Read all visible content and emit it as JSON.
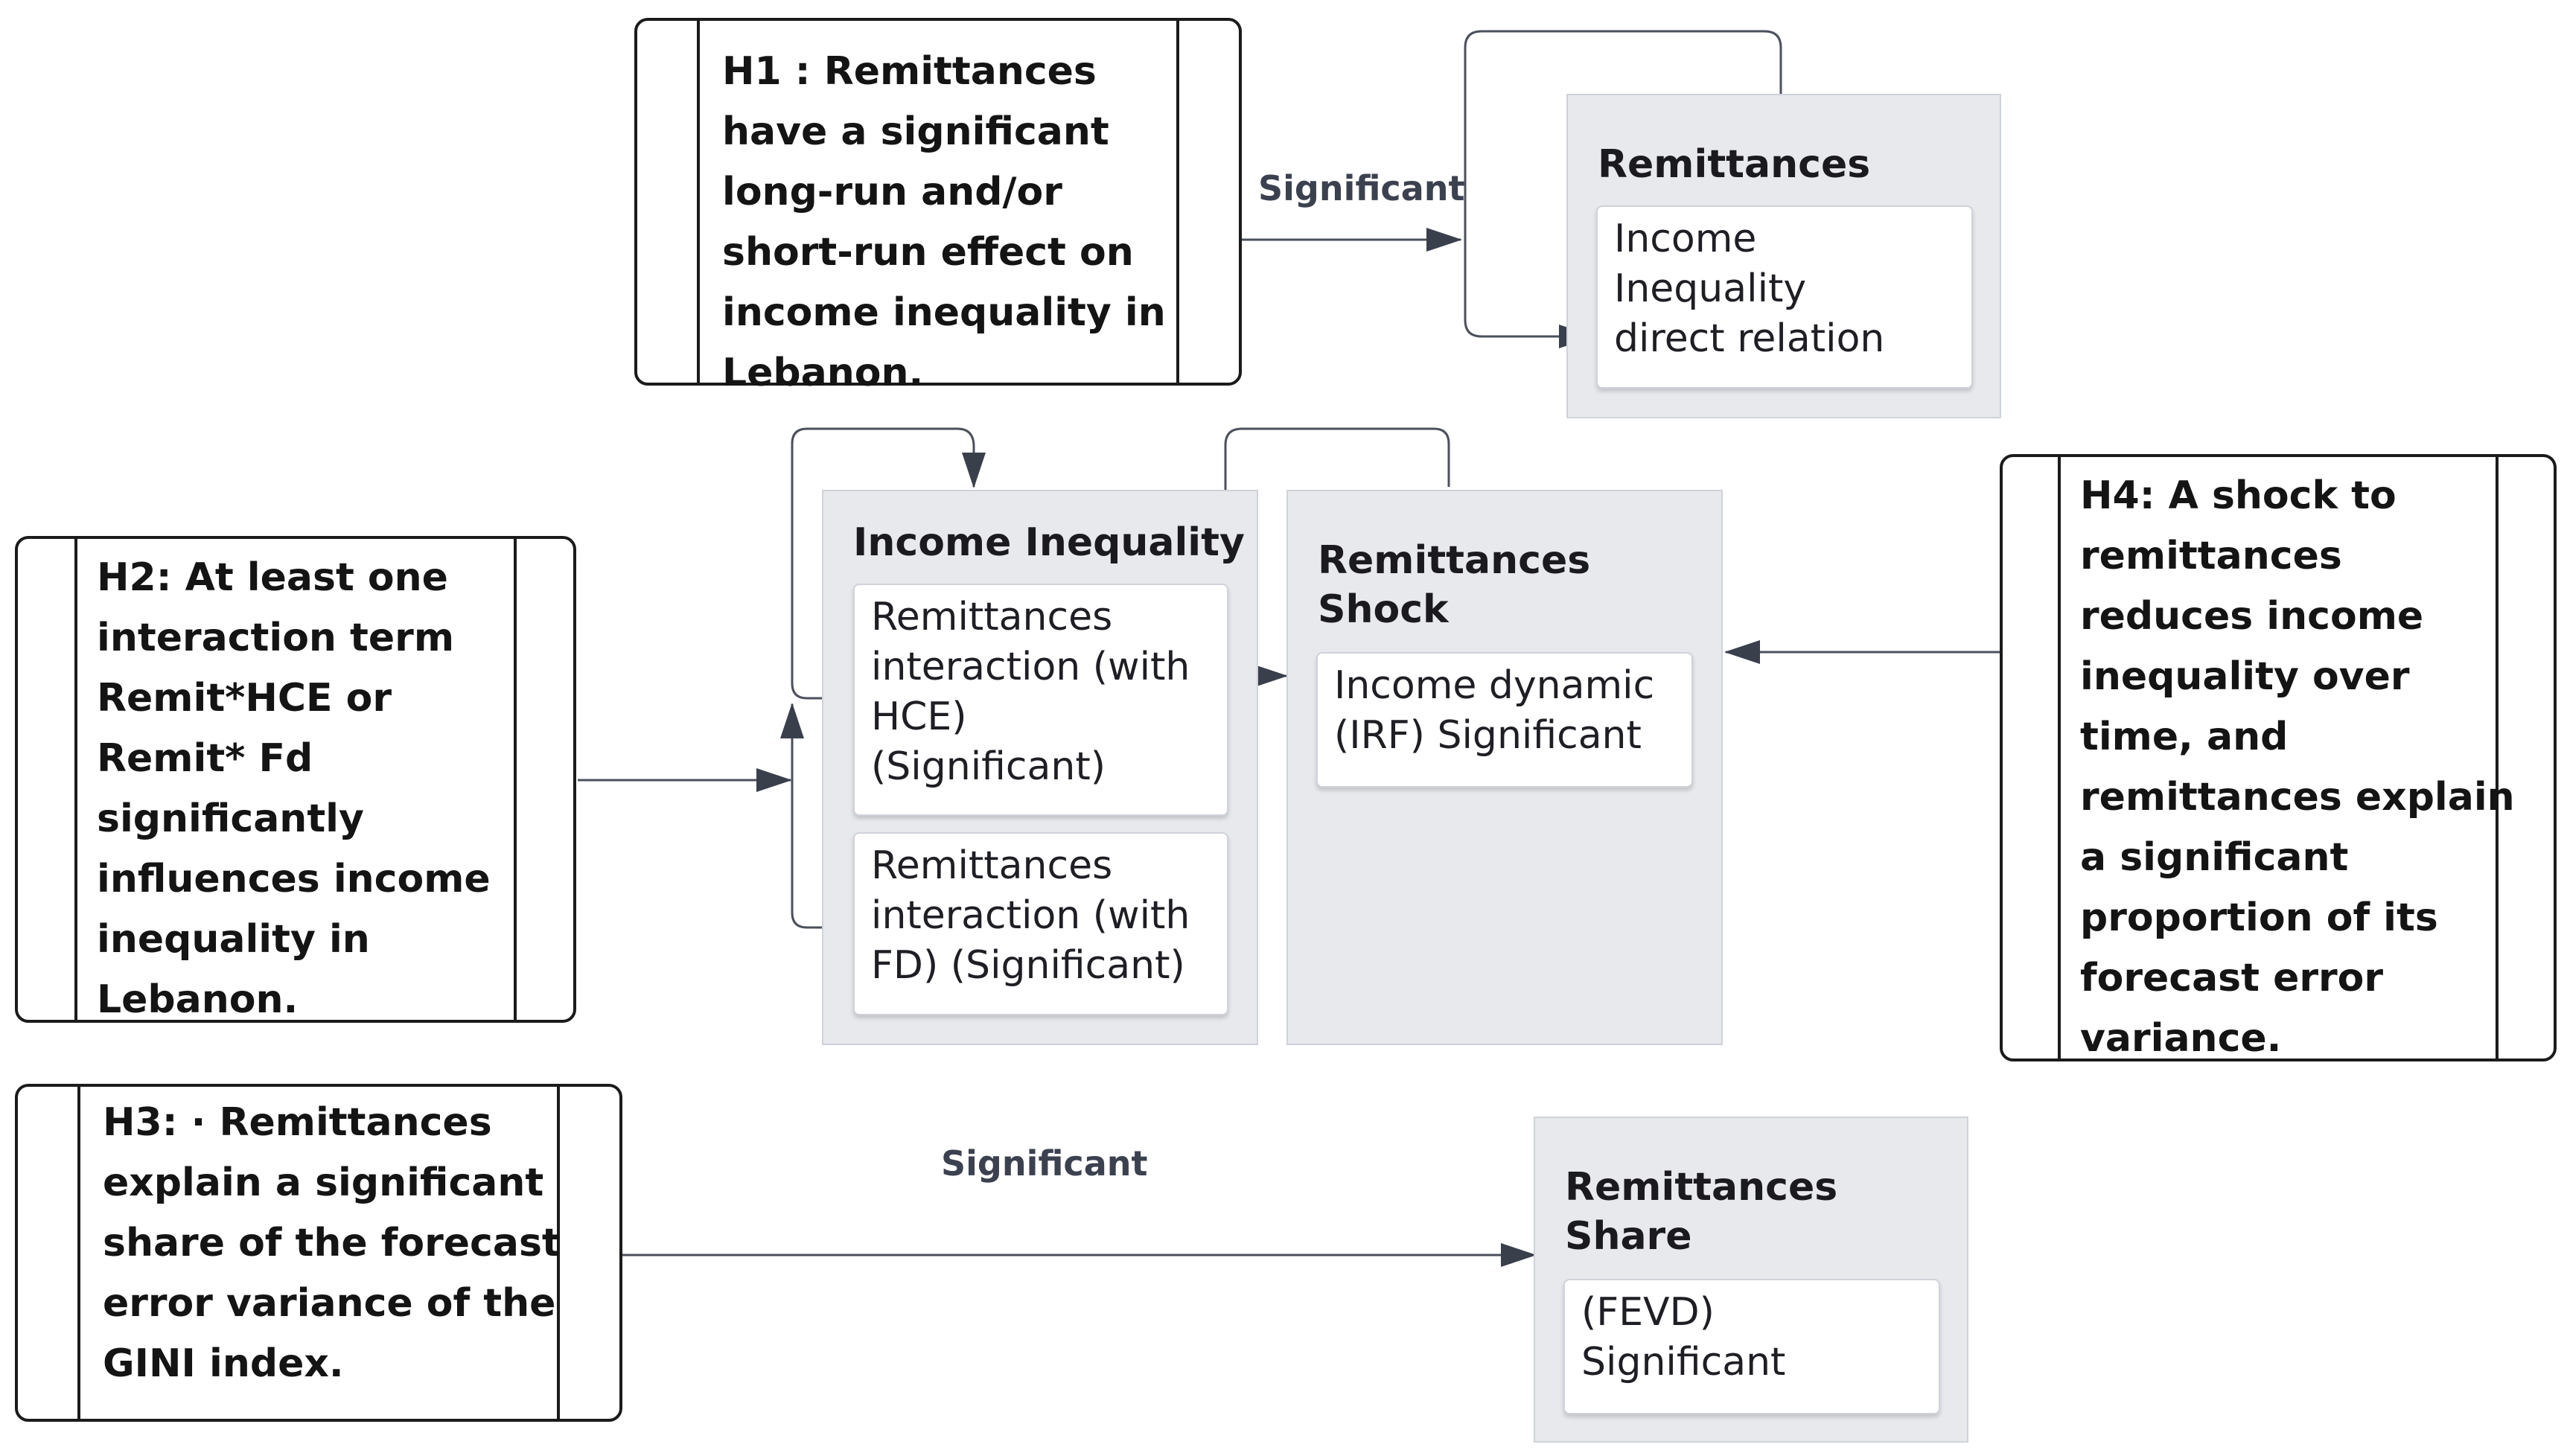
{
  "hypotheses": {
    "h1": "H1 : Remittances\nhave a significant\nlong-run and/or\nshort-run effect on\nincome inequality in\nLebanon.",
    "h2": "H2: At least one\ninteraction term\nRemit*HCE or\nRemit* Fd\nsignificantly\ninfluences income\ninequality in\nLebanon.",
    "h3": "H3: · Remittances\nexplain a significant\nshare of the forecast\nerror variance of the\nGINI index.",
    "h4": "H4: A shock to\nremittances\nreduces income\ninequality over\ntime, and\nremittances explain\na significant\nproportion of its\nforecast error\nvariance."
  },
  "groups": {
    "remittances": {
      "title": "Remittances",
      "cards": [
        "Income\nInequality\ndirect relation"
      ]
    },
    "income_inequality": {
      "title": "Income Inequality",
      "cards": [
        "Remittances\ninteraction (with\nHCE)\n(Significant)",
        "Remittances\ninteraction (with\nFD) (Significant)"
      ]
    },
    "remittances_shock": {
      "title": "Remittances\nShock",
      "cards": [
        "Income dynamic\n(IRF) Significant"
      ]
    },
    "remittances_share": {
      "title": "Remittances\nShare",
      "cards": [
        "(FEVD)\nSignificant"
      ]
    }
  },
  "edge_labels": {
    "h1_edge": "Significant",
    "h3_edge": "Significant"
  }
}
